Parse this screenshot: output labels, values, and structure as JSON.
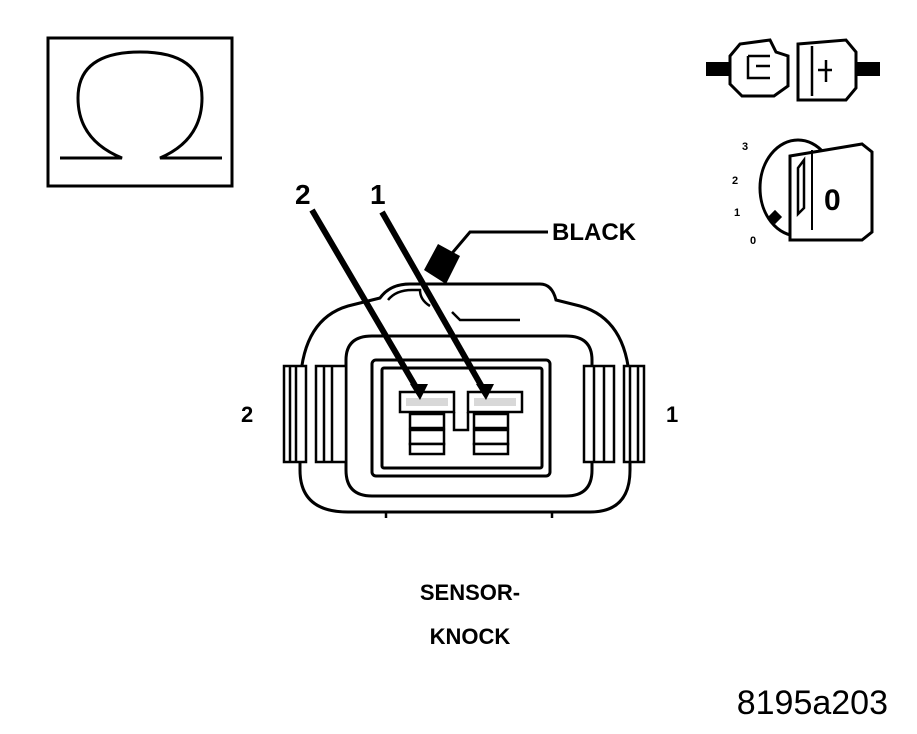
{
  "symbols": {
    "ohmmeter_icon": "ohm-symbol",
    "connector_disconnect_icon": "connector-disconnect",
    "ignition_key_icon": "ignition-key"
  },
  "ignition_positions": [
    "0",
    "1",
    "2",
    "3"
  ],
  "ignition_key_position": "0",
  "pin_callouts": {
    "pin2": "2",
    "pin1": "1"
  },
  "connector_color": "BLACK",
  "side_labels": {
    "left": "2",
    "right": "1"
  },
  "caption": {
    "line1": "SENSOR-",
    "line2": "KNOCK"
  },
  "figure_id": "8195a203"
}
